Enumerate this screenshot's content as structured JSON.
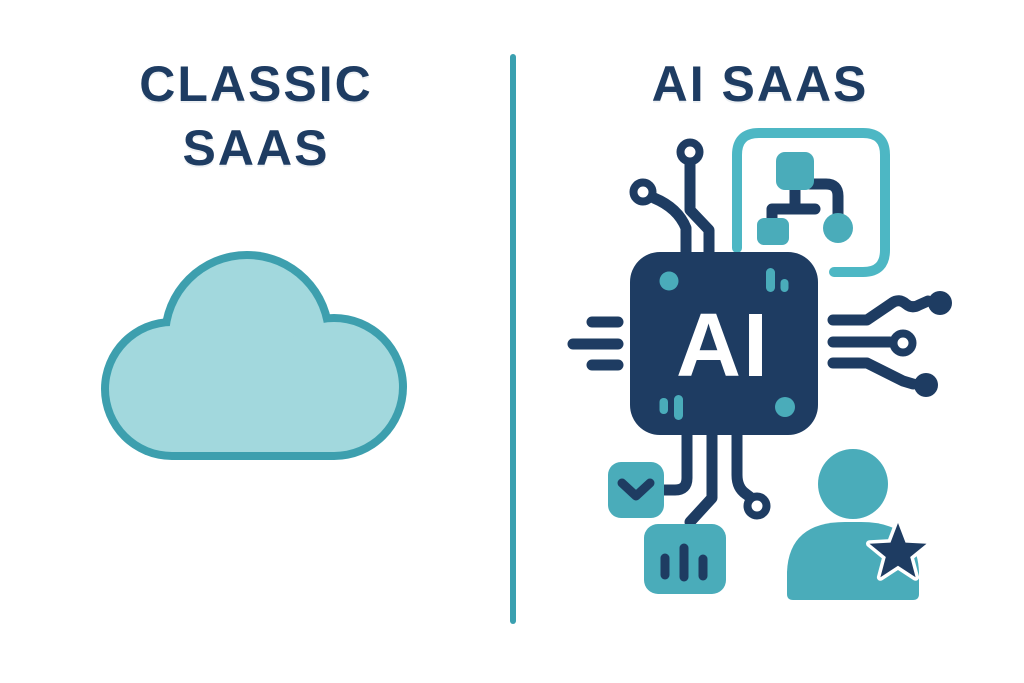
{
  "left_panel": {
    "title_line1": "CLASSIC",
    "title_line2": "SAAS",
    "icon": "cloud-icon"
  },
  "right_panel": {
    "title": "AI SAAS",
    "chip_label": "AI",
    "icons": [
      "circuit-trace-icon",
      "flowchart-icon",
      "ai-chip-icon",
      "speed-lines-icon",
      "checkbox-icon",
      "bar-chart-icon",
      "user-star-icon"
    ]
  },
  "divider": {
    "orientation": "vertical"
  },
  "colors": {
    "navy": "#1e3c62",
    "teal": "#4aacba",
    "cloud-fill": "#a2d8dd",
    "cloud-stroke": "#3d9fae",
    "divider": "#3aa0b0",
    "frame-teal": "#4db7c4",
    "white": "#ffffff",
    "bg": "#ffffff"
  }
}
